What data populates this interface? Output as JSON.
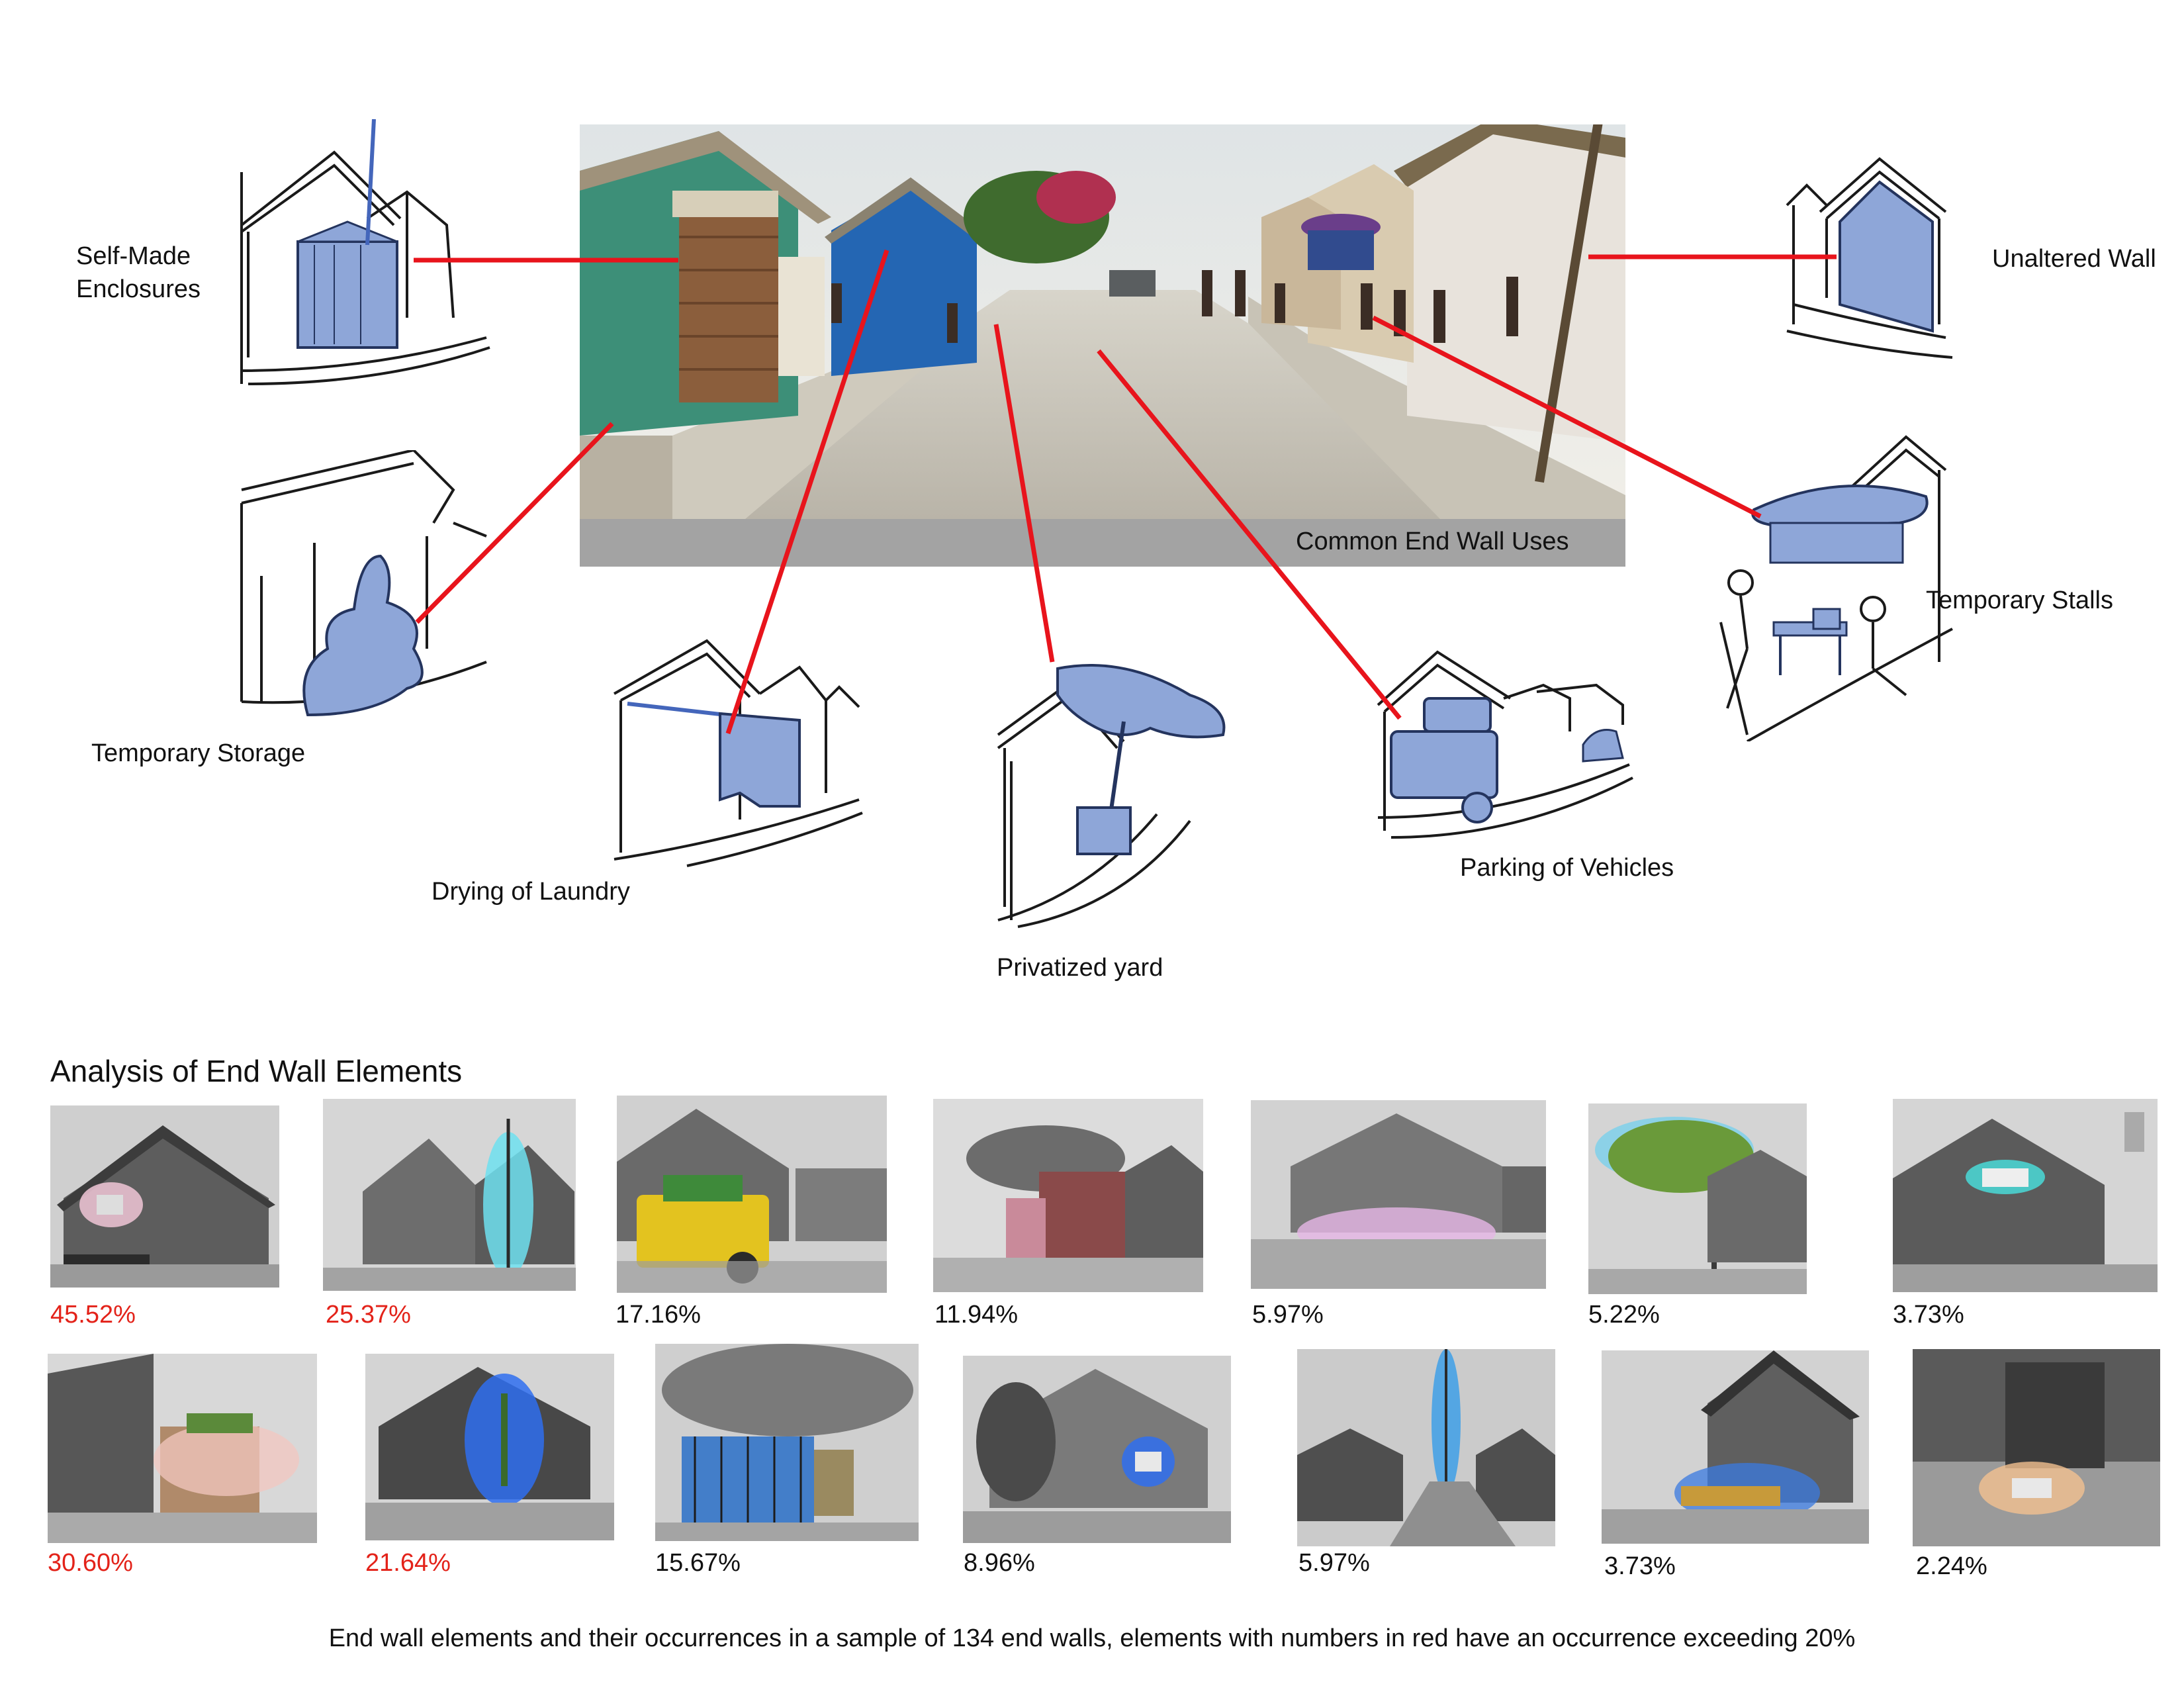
{
  "main_photo": {
    "caption": "Common End Wall Uses"
  },
  "callouts": [
    {
      "id": "self-made-enclosures",
      "label_lines": [
        "Self-Made",
        "Enclosures"
      ]
    },
    {
      "id": "temporary-storage",
      "label_lines": [
        "Temporary Storage"
      ]
    },
    {
      "id": "drying-of-laundry",
      "label_lines": [
        "Drying of Laundry"
      ]
    },
    {
      "id": "privatized-yard",
      "label_lines": [
        "Privatized yard"
      ]
    },
    {
      "id": "parking-of-vehicles",
      "label_lines": [
        "Parking of Vehicles"
      ]
    },
    {
      "id": "temporary-stalls",
      "label_lines": [
        "Temporary Stalls"
      ]
    },
    {
      "id": "unaltered-wall",
      "label_lines": [
        "Unaltered Wall"
      ]
    }
  ],
  "analysis": {
    "title": "Analysis of End Wall Elements",
    "row1": [
      {
        "value": "45.52%",
        "highlight": true
      },
      {
        "value": "25.37%",
        "highlight": true
      },
      {
        "value": "17.16%",
        "highlight": false
      },
      {
        "value": "11.94%",
        "highlight": false
      },
      {
        "value": "5.97%",
        "highlight": false
      },
      {
        "value": "5.22%",
        "highlight": false
      },
      {
        "value": "3.73%",
        "highlight": false
      }
    ],
    "row2": [
      {
        "value": "30.60%",
        "highlight": true
      },
      {
        "value": "21.64%",
        "highlight": true
      },
      {
        "value": "15.67%",
        "highlight": false
      },
      {
        "value": "8.96%",
        "highlight": false
      },
      {
        "value": "5.97%",
        "highlight": false
      },
      {
        "value": "3.73%",
        "highlight": false
      },
      {
        "value": "2.24%",
        "highlight": false
      }
    ],
    "footnote": "End wall elements and their occurrences in a sample of 134 end walls, elements with numbers in red have an occurrence exceeding 20%"
  },
  "colors": {
    "highlight_red": "#e32219",
    "connector_red": "#e8141c",
    "sketch_blue": "#8ea6d8",
    "sketch_line": "#1a1a1a"
  }
}
